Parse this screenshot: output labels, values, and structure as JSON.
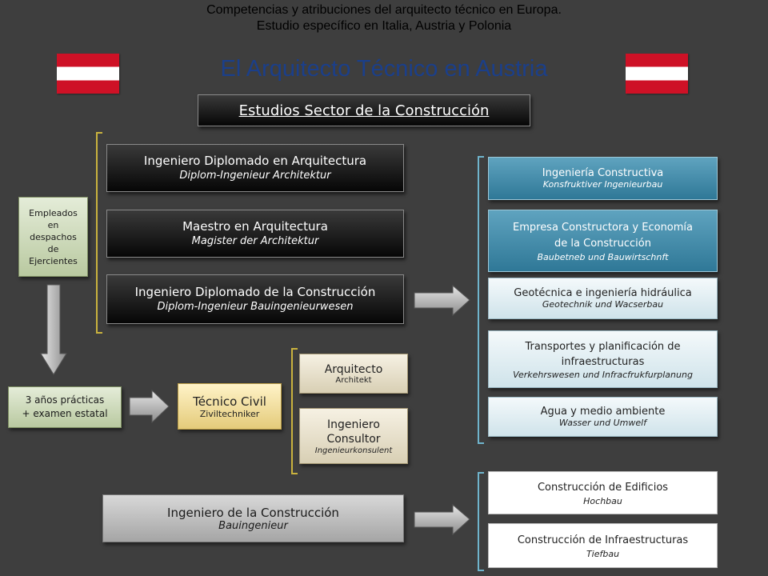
{
  "header": {
    "line1": "Competencias y atribuciones del arquitecto técnico en Europa.",
    "line2": "Estudio específico en Italia, Austria y Polonia",
    "main_title": "El Arquitecto Técnico en Austria"
  },
  "section_title": "Estudios Sector de la Construcción",
  "employees": {
    "line1": "Empleados",
    "line2": "en",
    "line3": "despachos",
    "line4": "de",
    "line5": "Ejercientes"
  },
  "degrees": [
    {
      "title": "Ingeniero Diplomado en Arquitectura",
      "subtitle": "Diplom-Ingenieur Architektur"
    },
    {
      "title": "Maestro en Arquitectura",
      "subtitle": "Magister der Architektur"
    },
    {
      "title": "Ingeniero Diplomado de la Construcción",
      "subtitle": "Diplom-Ingenieur Bauingenieurwesen"
    }
  ],
  "practice": {
    "line1": "3 años prácticas",
    "line2": "+ examen estatal"
  },
  "civil_tech": {
    "title": "Técnico Civil",
    "subtitle": "Ziviltechniker"
  },
  "architect": {
    "title": "Arquitecto",
    "subtitle": "Architekt"
  },
  "consultant": {
    "line1": "Ingeniero",
    "line2": "Consultor",
    "subtitle": "Ingenieurkonsulent"
  },
  "specialties": [
    {
      "title": "Ingeniería Constructiva",
      "subtitle": "Konsfruktiver Ingenieurbau"
    },
    {
      "line1": "Empresa Constructora y Economía",
      "line2": "de la Construcción",
      "subtitle": "Baubetneb und Bauwirtschnft"
    },
    {
      "title": "Geotécnica e ingeniería hidráulica",
      "subtitle": "Geotechnik und Wacserbau"
    },
    {
      "line1": "Transportes y planificación de",
      "line2": "infraestructuras",
      "subtitle": "Verkehrswesen und Infracfrukfurplanung"
    },
    {
      "title": "Agua y medio ambiente",
      "subtitle": "Wasser und Umwelf"
    }
  ],
  "bau_engineer": {
    "title": "Ingeniero de la Construcción",
    "subtitle": "Bauingenieur"
  },
  "bau_areas": [
    {
      "title": "Construcción de Edificios",
      "subtitle": "Hochbau"
    },
    {
      "title": "Construcción de Infraestructuras",
      "subtitle": "Tiefbau"
    }
  ],
  "colors": {
    "background": "#3e3e3e",
    "title_blue": "#1b3f8a",
    "flag_red": "#ce1126",
    "brace_gold": "#c9b23e",
    "brace_teal": "#6fb4cc"
  }
}
